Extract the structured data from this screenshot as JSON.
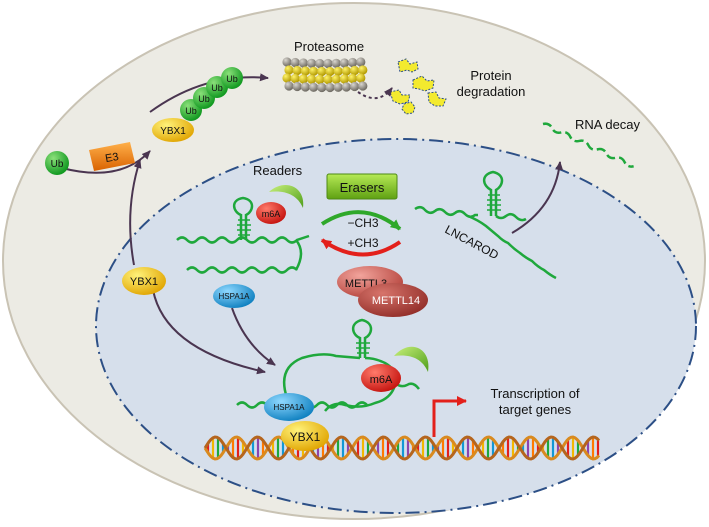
{
  "labels": {
    "proteasome": "Proteasome",
    "protein_degradation_line1": "Protein",
    "protein_degradation_line2": "degradation",
    "rna_decay": "RNA decay",
    "readers": "Readers",
    "erasers": "Erasers",
    "minus_ch3": "−CH3",
    "plus_ch3": "+CH3",
    "lncarod": "LNCAROD",
    "transcription_line1": "Transcription of",
    "transcription_line2": "target genes"
  },
  "molecules": {
    "ub": "Ub",
    "e3": "E3",
    "ybx1": "YBX1",
    "m6a": "m6A",
    "hspa1a": "HSPA1A",
    "mettl3": "METTL3",
    "mettl14": "METTL14"
  },
  "colors": {
    "cell_fill": "#ecebe4",
    "nucleus_fill": "#d6dfeb",
    "nucleus_border": "#2c4f86",
    "arrow": "#4a3550",
    "rna": "#1fa83c",
    "ub": "#23a534",
    "ybx1": "#f2b800",
    "m6a": "#e3201b",
    "hspa1a": "#1398d6",
    "mettl": "#c9524a",
    "erasers_box": "#7fc21b",
    "transcription_arrow": "#e3201b"
  }
}
